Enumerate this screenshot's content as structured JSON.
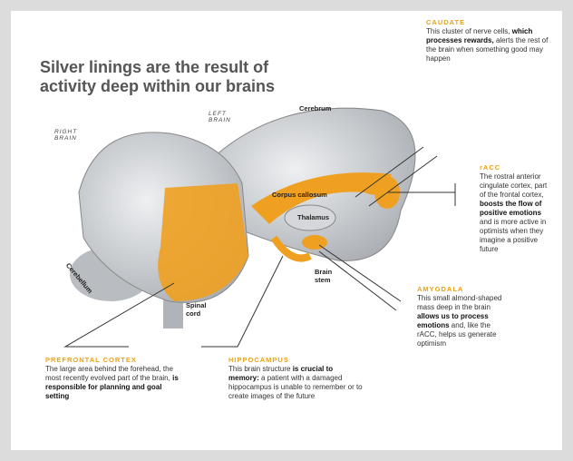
{
  "title": "Silver linings are the result of activity deep within our brains",
  "brain_labels": {
    "right_brain": "RIGHT BRAIN",
    "left_brain": "LEFT BRAIN",
    "cerebrum": "Cerebrum",
    "corpus_callosum": "Corpus callosum",
    "thalamus": "Thalamus",
    "brain_stem": "Brain stem",
    "spinal_cord": "Spinal cord",
    "cerebellum": "Cerebellum"
  },
  "callouts": {
    "caudate": {
      "heading": "CAUDATE",
      "pre": "This cluster of nerve cells,",
      "bold": "which processes rewards,",
      "post": "alerts the rest of the brain when something good may happen"
    },
    "racc": {
      "heading": "rACC",
      "pre": "The rostral anterior cingulate cortex, part of the frontal cortex,",
      "bold": "boosts the flow of positive emotions",
      "post": "and is more active in optimists when they imagine a positive future"
    },
    "amygdala": {
      "heading": "AMYGDALA",
      "pre": "This small almond-shaped mass deep in the brain",
      "bold": "allows us to process emotions",
      "post": "and, like the rACC, helps us generate optimism"
    },
    "prefrontal": {
      "heading": "PREFRONTAL CORTEX",
      "pre": "The large area behind the forehead, the most recently evolved part of the brain,",
      "bold": "is responsible for planning and goal setting",
      "post": ""
    },
    "hippocampus": {
      "heading": "HIPPOCAMPUS",
      "pre": "This brain structure",
      "bold": "is crucial to memory:",
      "post": "a patient with a damaged hippocampus is unable to remember or to create images of the future"
    }
  },
  "colors": {
    "accent": "#f0a020",
    "brain": "#c8cacd"
  }
}
